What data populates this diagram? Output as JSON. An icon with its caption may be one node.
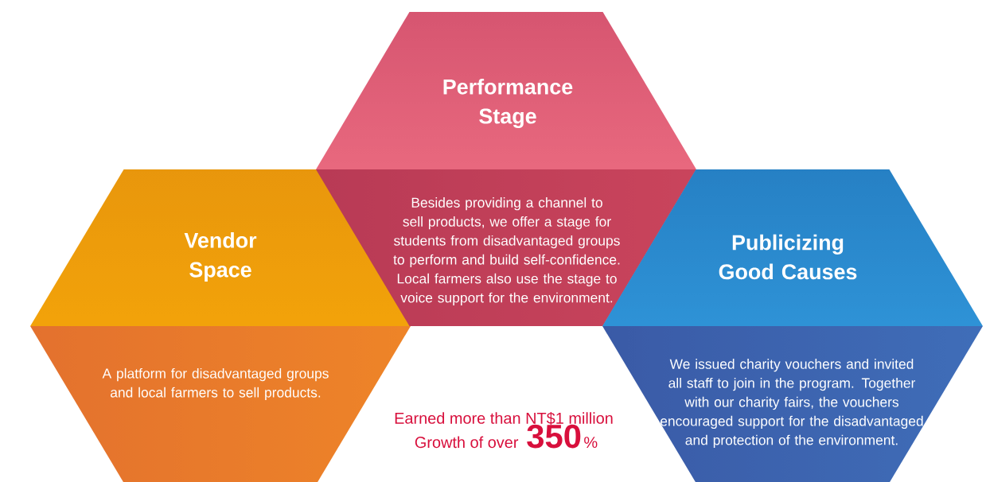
{
  "diagram": {
    "nodes": [
      {
        "text": [
          "Vendor Space",
          "A platform for disadvantaged groups and local farmers to sell products."
        ]
      },
      {
        "text": [
          "Performance Stage",
          "Besides providing a channel to sell products, we offer a stage for students from disadvantaged groups to perform and build self-confidence. Local farmers also use the stage to voice support for the environment."
        ]
      },
      {
        "text": [
          "Publicizing Good Causes",
          "We issued charity vouchers and invited all staff to join in the program. Together with our charity fairs, the vouchers encouraged support for the disadvantaged and protection of the environment."
        ]
      }
    ],
    "labels": [
      "Earned more than NT$1 million",
      "Growth of over",
      "350",
      "%"
    ]
  }
}
